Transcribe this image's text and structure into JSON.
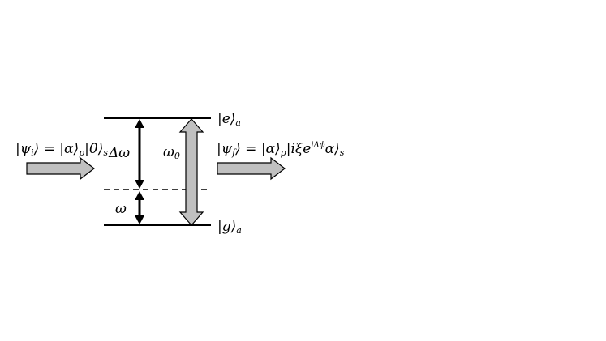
{
  "states": {
    "input": {
      "prefix": "|ψ",
      "sub1": "i",
      "mid": "⟩ = |α⟩",
      "sub2": "p",
      "mid2": "|0⟩",
      "sub3": "s"
    },
    "output": {
      "prefix": "|ψ",
      "sub1": "f",
      "mid": "⟩ = |α⟩",
      "sub2": "p",
      "mid2": "|iξe",
      "sup": "iΔϕ",
      "mid3": "α⟩",
      "sub3": "s"
    },
    "excited": {
      "ket": "|e⟩",
      "sub": "a"
    },
    "ground": {
      "ket": "|g⟩",
      "sub": "a"
    }
  },
  "labels": {
    "detuning": "Δω",
    "omega": "ω",
    "transition": "ω",
    "transition_sub": "0"
  },
  "colors": {
    "arrow_fill": "#c0c0c0",
    "stroke": "#000000"
  }
}
